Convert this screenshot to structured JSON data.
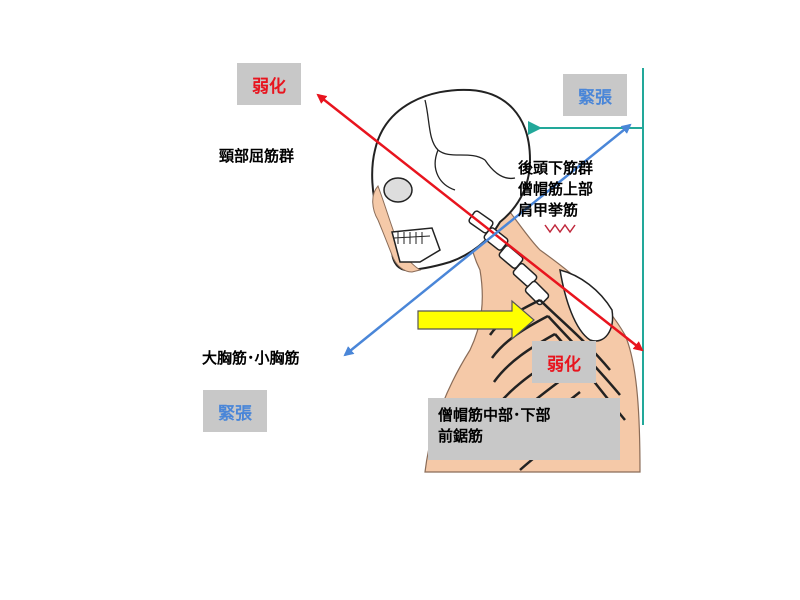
{
  "labels": {
    "weak_top": "弱化",
    "tense_top": "緊張",
    "neck_flexors": "頸部屈筋群",
    "posterior_group": [
      "後頭下筋群",
      "僧帽筋上部",
      "肩甲挙筋"
    ],
    "pectoral": "大胸筋･小胸筋",
    "tense_bottom": "緊張",
    "weak_bottom": "弱化",
    "lower_group": [
      "僧帽筋中部･下部",
      "前鋸筋"
    ]
  },
  "colors": {
    "weak_text": "#e8141e",
    "tense_text": "#4a86d8",
    "box_bg": "#c8c8c8",
    "red_arrow": "#e8141e",
    "blue_arrow": "#4a86d8",
    "plumb_line": "#22a89a",
    "yellow_arrow": "#ffff00",
    "skin": "#f5c9a8"
  },
  "icons": [
    "red-double-arrow",
    "blue-double-arrow",
    "yellow-push-arrow",
    "teal-plumb-line",
    "skeleton-illustration"
  ]
}
